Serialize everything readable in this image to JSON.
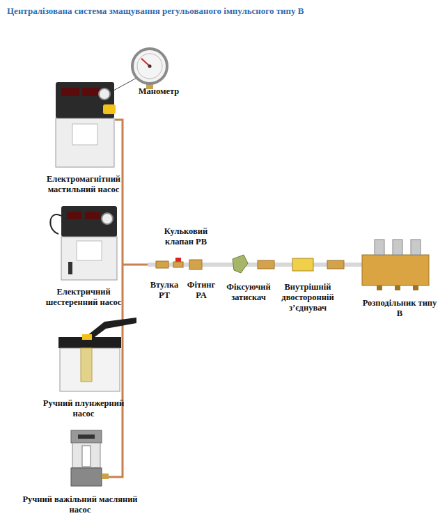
{
  "diagram": {
    "title": "Централізована система змащування регульованого імпульсного типу В",
    "labels": [
      "Манометр",
      "Електромагнітний мастильний насос",
      "Електричний шестеренний насос",
      "Ручний плунжерний насос",
      "Ручний важільний масляний насос",
      "Кульковий клапан PB",
      "Втулка PT",
      "Фітинг PA",
      "Фіксуючий затискач",
      "Внутрішній двосторонній з’єднувач",
      "Розподільник типу В"
    ]
  }
}
